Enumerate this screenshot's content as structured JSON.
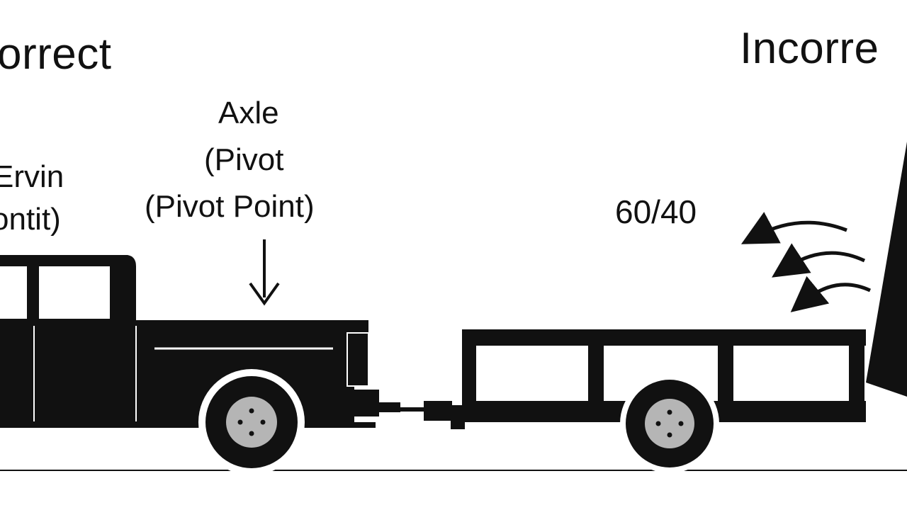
{
  "headings": {
    "left": "orrect",
    "right": "Incorre"
  },
  "left_text": {
    "line1": "Ervin",
    "line2": "ontit)"
  },
  "axle_label": {
    "line1": "Axle",
    "line2": "(Pivot",
    "line3": "(Pivot Point)"
  },
  "ratio_label": "60/40",
  "colors": {
    "ink": "#111111",
    "background": "#ffffff",
    "hub": "#b5b5b5"
  }
}
